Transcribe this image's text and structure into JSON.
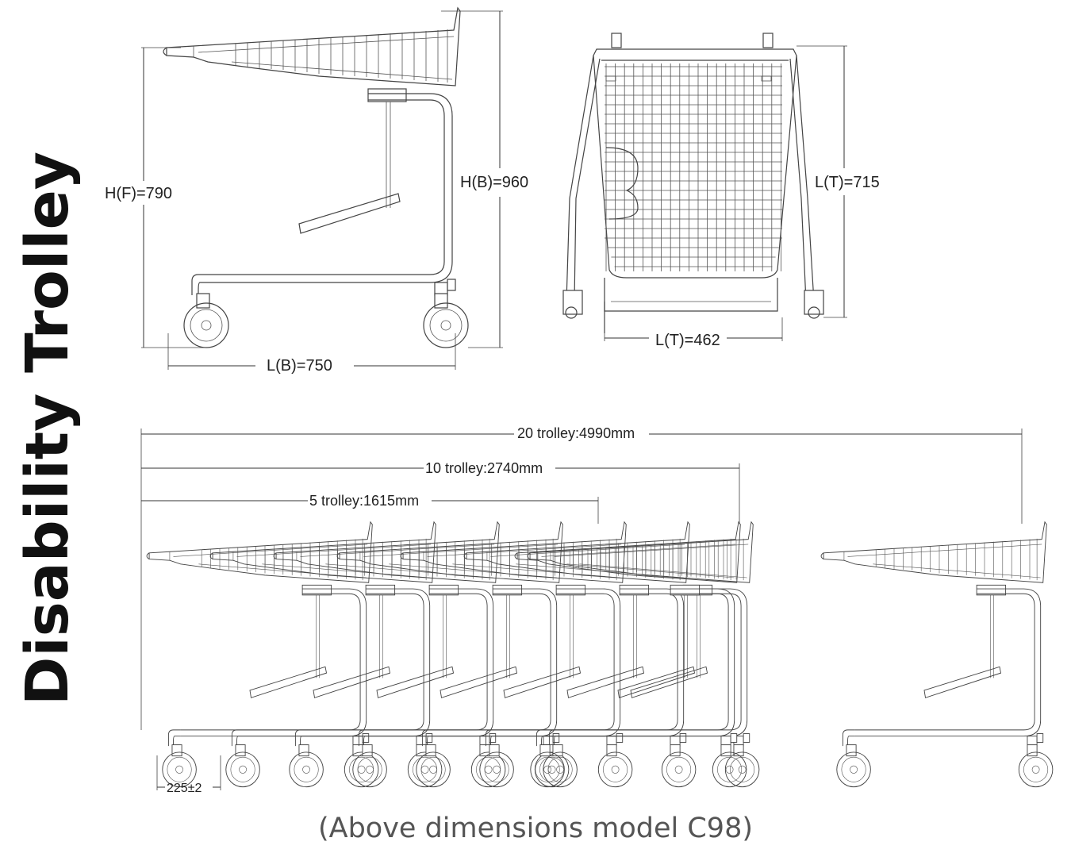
{
  "title": "Disability Trolley",
  "caption": "(Above dimensions model C98)",
  "dimensions": {
    "height_front": "H(F)=790",
    "height_back": "H(B)=960",
    "length_base": "L(B)=750",
    "length_top_height": "L(T)=715",
    "length_top_width": "L(T)=462",
    "stack_20": "20 trolley:4990mm",
    "stack_10": "10 trolley:2740mm",
    "stack_5": "5 trolley:1615mm",
    "wheel_spacing": "225±2"
  },
  "colors": {
    "title": "#111111",
    "caption": "#555555",
    "lines": "#444444"
  }
}
